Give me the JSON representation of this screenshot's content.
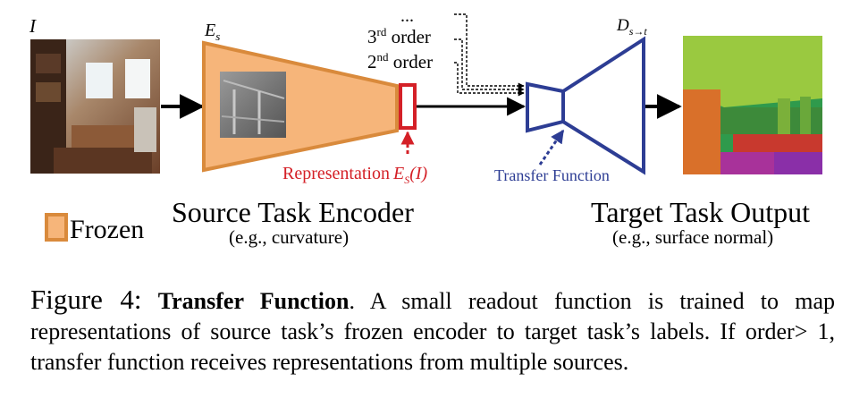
{
  "input_symbol": "I",
  "encoder_symbol": "E",
  "encoder_subscript": "s",
  "decoder_symbol": "D",
  "decoder_subscript": "s→t",
  "orders": {
    "ellipsis": "...",
    "third_num": "3",
    "third_sup": "rd",
    "third_word": " order",
    "second_num": "2",
    "second_sup": "nd",
    "second_word": " order"
  },
  "representation_label": "Representation",
  "representation_math": "E",
  "representation_sub": "S",
  "representation_arg": "(I)",
  "transfer_function_label": "Transfer Function",
  "legend_label": "Frozen",
  "source_title": "Source Task Encoder",
  "source_subtitle": "(e.g., curvature)",
  "target_title": "Target Task Output",
  "target_subtitle": "(e.g., surface normal)",
  "caption": {
    "figure_label": "Figure 4:",
    "bold_title": "Transfer Function",
    "text": ". A small readout function is trained to map representations of source task’s frozen encoder to target task’s labels.  If order> 1, transfer function receives representations from multiple sources."
  },
  "colors": {
    "encoder_fill": "#f6b57a",
    "encoder_stroke": "#d98a3c",
    "representation": "#d42027",
    "decoder": "#2d3d94"
  }
}
